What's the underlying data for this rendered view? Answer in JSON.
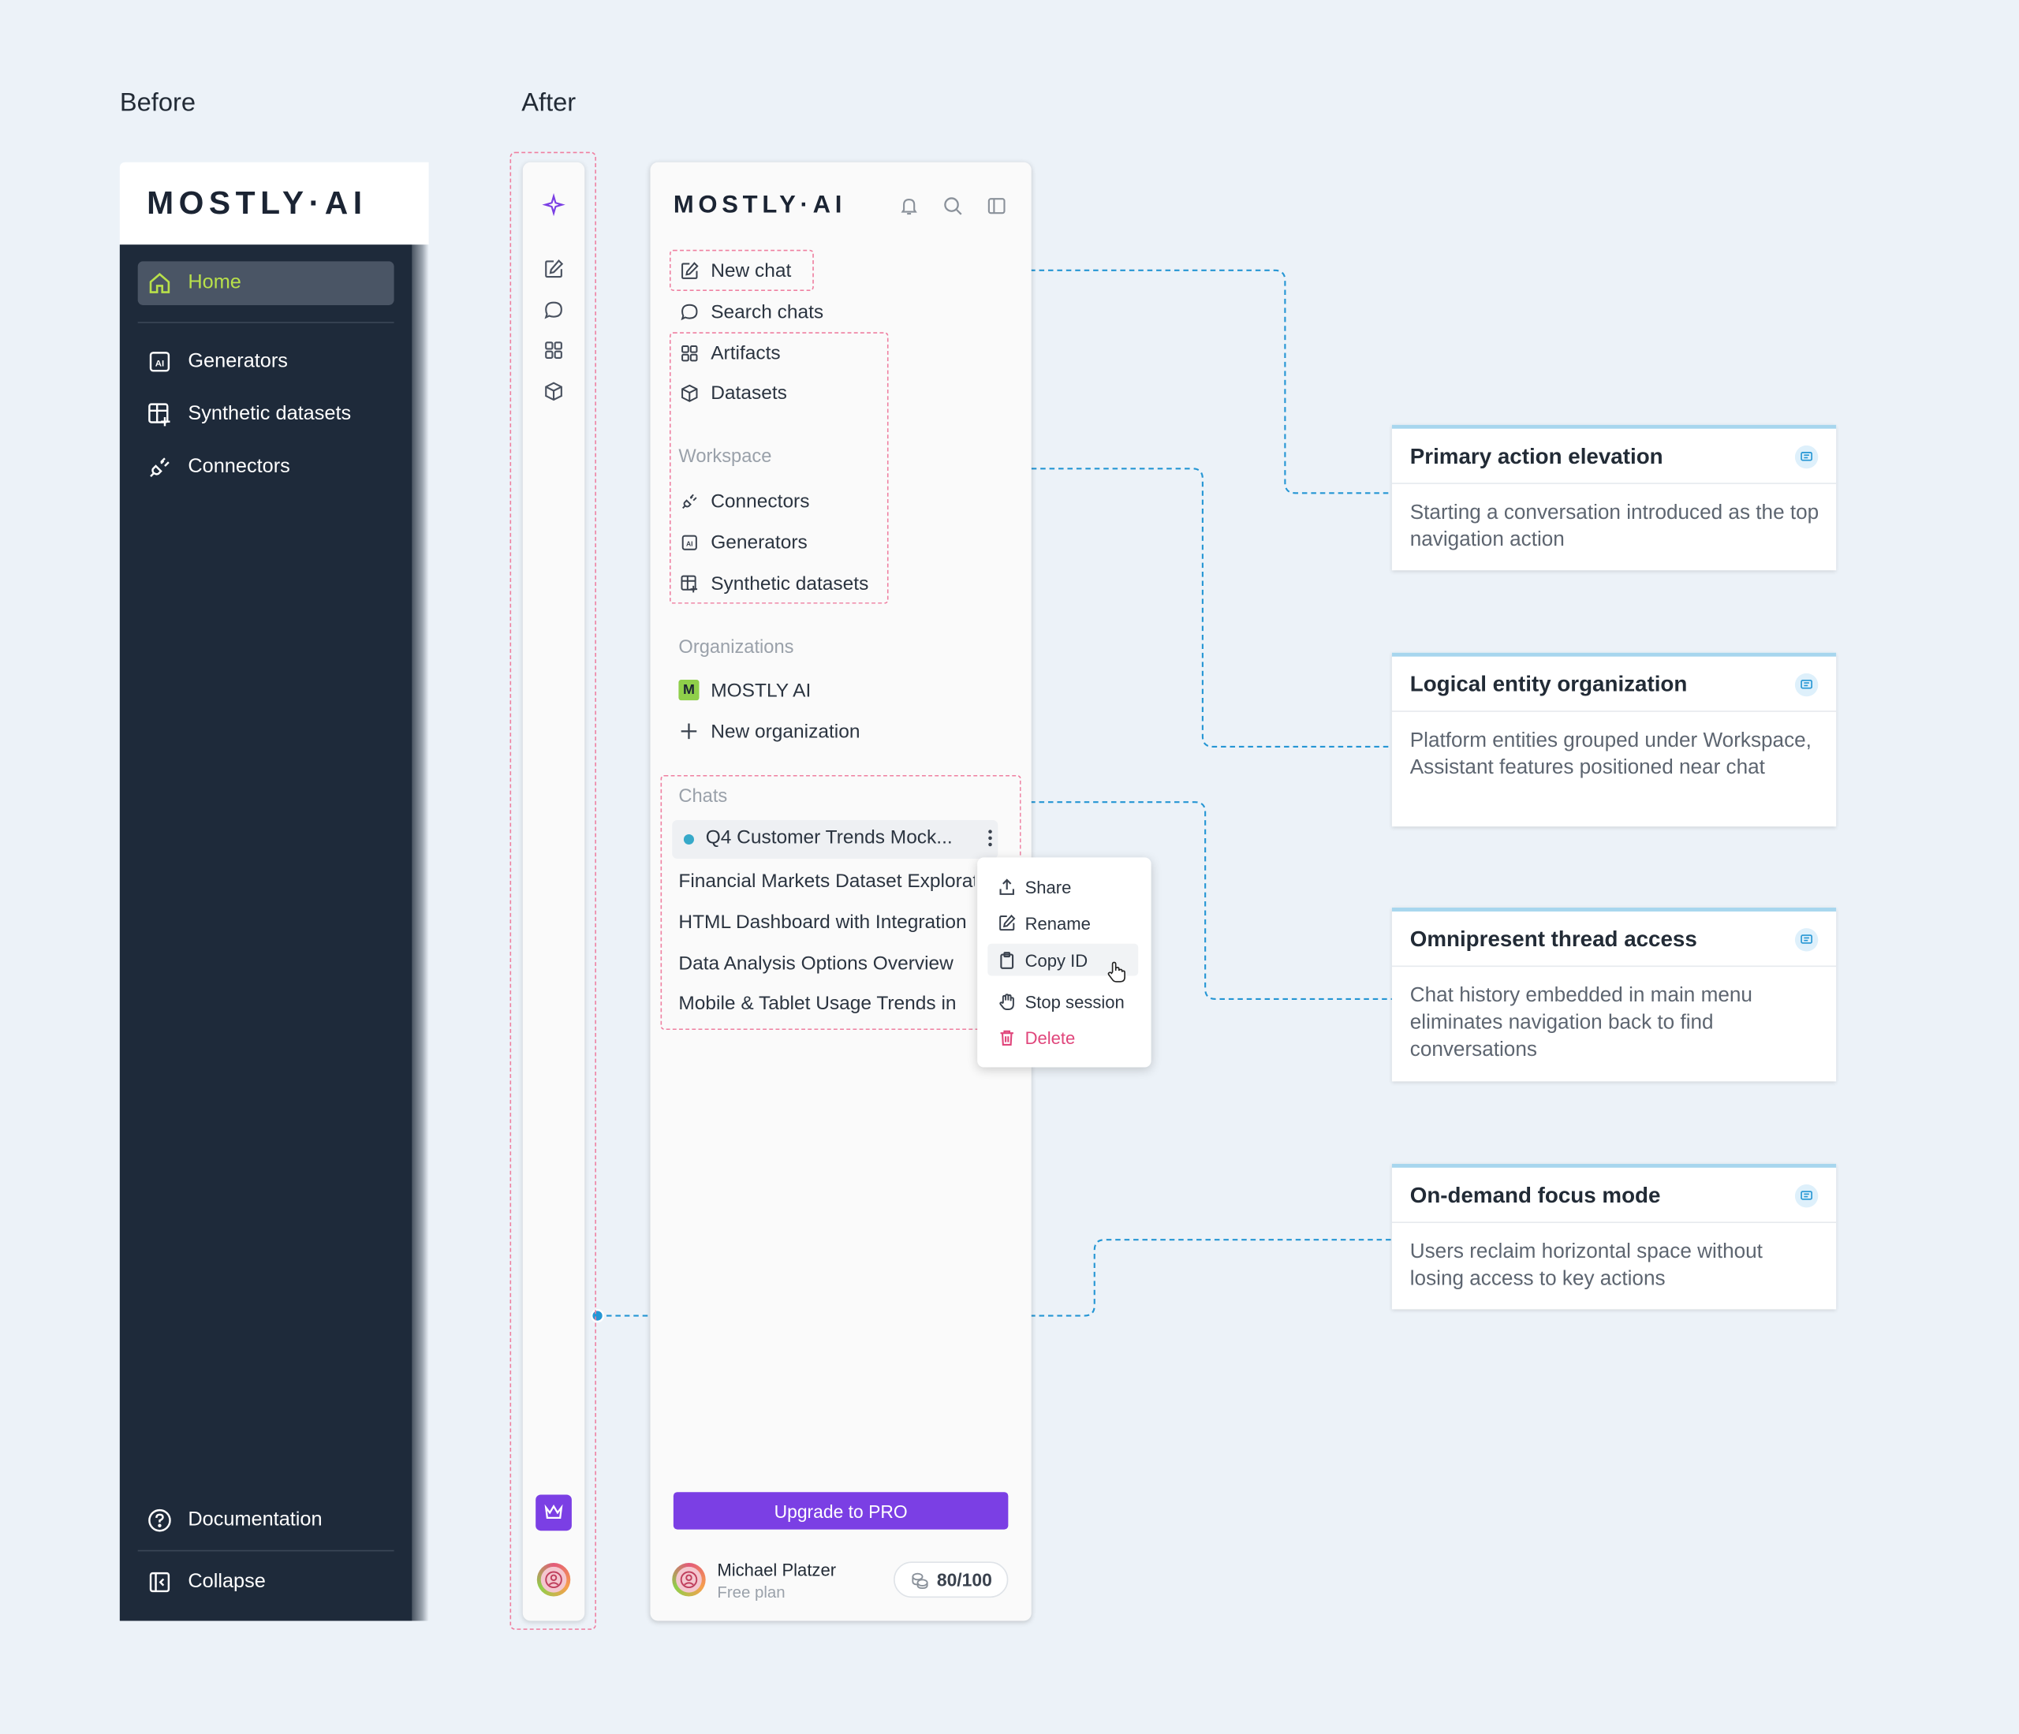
{
  "labels": {
    "before": "Before",
    "after": "After"
  },
  "before": {
    "logo": "MOSTLY·AI",
    "home": "Home",
    "items": [
      "Generators",
      "Synthetic datasets",
      "Connectors"
    ],
    "documentation": "Documentation",
    "collapse": "Collapse"
  },
  "after": {
    "logo": "MOSTLY·AI",
    "new_chat": "New chat",
    "search_chats": "Search chats",
    "artifacts": "Artifacts",
    "datasets": "Datasets",
    "workspace_label": "Workspace",
    "workspace_items": [
      "Connectors",
      "Generators",
      "Synthetic datasets"
    ],
    "organizations_label": "Organizations",
    "org_badge": "M",
    "org_name": "MOSTLY AI",
    "new_org": "New organization",
    "chats_label": "Chats",
    "chats": [
      "Q4 Customer Trends Mock...",
      "Financial Markets Dataset Exploration",
      "HTML Dashboard with Integration",
      "Data Analysis Options Overview",
      "Mobile & Tablet Usage Trends in"
    ],
    "context_menu": [
      "Share",
      "Rename",
      "Copy ID",
      "Stop session",
      "Delete"
    ],
    "upgrade": "Upgrade to PRO",
    "user_name": "Michael Platzer",
    "user_plan": "Free plan",
    "credits": "80/100"
  },
  "cards": [
    {
      "title": "Primary action elevation",
      "body": "Starting a conversation introduced as the top navigation action"
    },
    {
      "title": "Logical entity organization",
      "body": "Platform entities grouped under Workspace, Assistant features positioned near chat"
    },
    {
      "title": "Omnipresent thread access",
      "body": "Chat history embedded in main menu eliminates navigation back to find conversations"
    },
    {
      "title": "On-demand focus mode",
      "body": "Users reclaim horizontal space without losing access to key actions"
    }
  ],
  "colors": {
    "nav_bg": "#1e2a3a",
    "home_accent": "#b8e04a",
    "upgrade": "#7b3fe4",
    "connector": "#2596d4",
    "highlight": "#ef7fa0",
    "delete": "#e0457b"
  }
}
